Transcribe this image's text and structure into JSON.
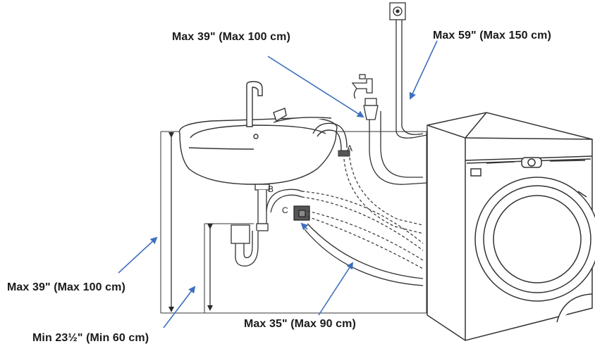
{
  "labels": {
    "tap_hose_max": "Max 39\" (Max 100 cm)",
    "outlet_hose_max": "Max 59\" (Max 150 cm)",
    "drain_height_max": "Max 39\" (Max 100 cm)",
    "drain_height_min": "Min 23½\" (Min 60 cm)",
    "floor_drain_max": "Max 35\" (Max 90 cm)"
  },
  "markers": {
    "a": "A",
    "b": "B",
    "c": "C"
  },
  "colors": {
    "arrow": "#3e6fbf",
    "line": "#2a2a2a",
    "appliance": "#ffffff"
  },
  "icons": {
    "sink": "sink-icon",
    "tap": "water-tap-icon",
    "socket": "wall-socket-icon",
    "washer": "washing-machine-icon",
    "trap": "drain-trap-icon",
    "floor_drain": "floor-drain-icon"
  }
}
